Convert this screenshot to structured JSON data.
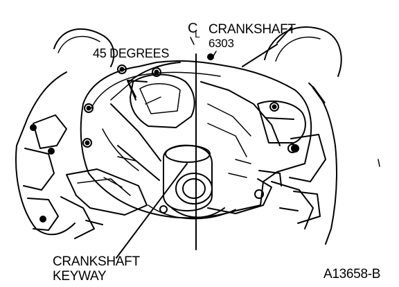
{
  "labels": {
    "centerline_c": "C",
    "centerline_l": "L",
    "crankshaft": "CRANKSHAFT",
    "part_number": "6303",
    "angle": "45 DEGREES",
    "keyway_line1": "CRANKSHAFT",
    "keyway_line2": "KEYWAY",
    "figure_id": "A13658-B"
  },
  "colors": {
    "ink": "#000000",
    "paper": "#ffffff"
  }
}
